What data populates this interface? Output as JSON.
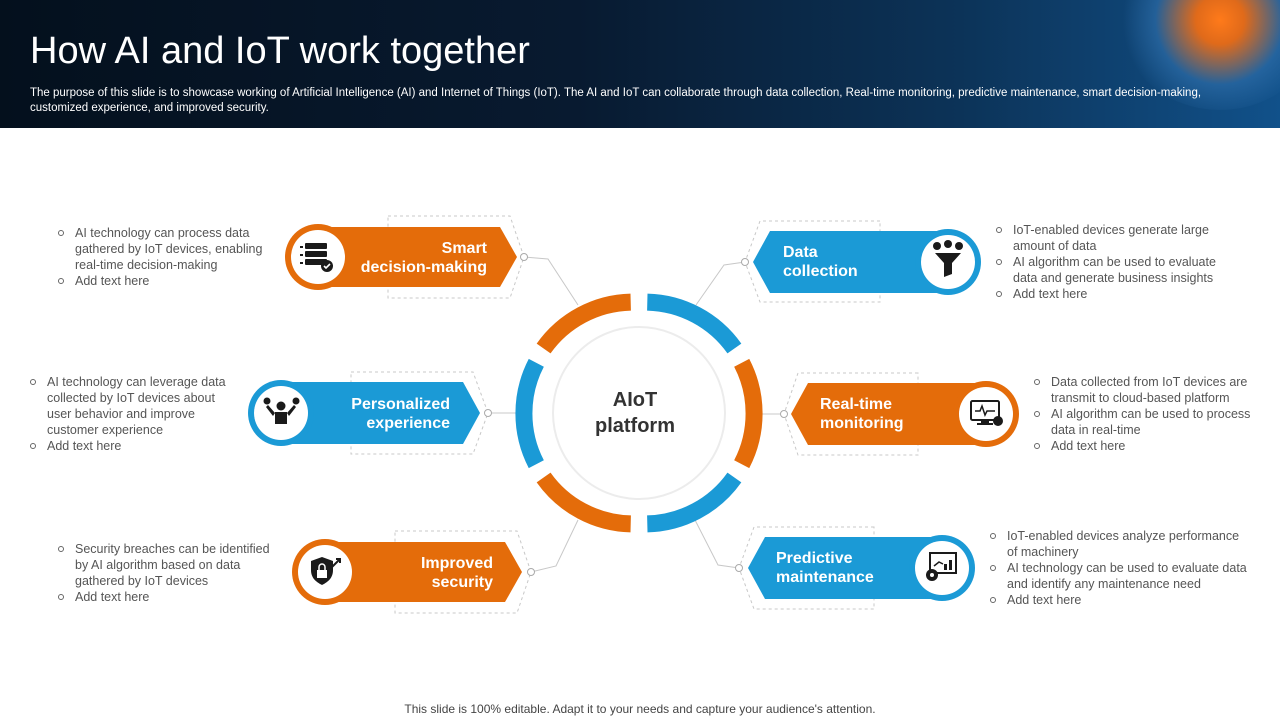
{
  "slide": {
    "title": "How AI and IoT work together",
    "subtitle": "The purpose of this slide is to showcase working of Artificial Intelligence (AI) and Internet of Things (IoT). The AI and IoT can collaborate through data collection, Real-time monitoring, predictive maintenance, smart decision-making, customized experience, and improved security.",
    "footer": "This slide is 100% editable. Adapt it to your needs and capture your audience's attention."
  },
  "colors": {
    "orange": "#e46c0a",
    "blue": "#1b9ad6",
    "header_dark": "#04101d"
  },
  "center": {
    "line1": "AIoT",
    "line2": "platform"
  },
  "nodes": {
    "smart_decision": {
      "line1": "Smart",
      "line2": "decision-making",
      "icon": "server-check-icon",
      "bullets": [
        "AI technology can process data gathered by IoT devices, enabling real-time decision-making",
        "Add text here"
      ]
    },
    "personalized": {
      "line1": "Personalized",
      "line2": "experience",
      "icon": "person-gears-icon",
      "bullets": [
        "AI technology can leverage data collected by IoT devices about user behavior and improve customer experience",
        "Add text here"
      ]
    },
    "security": {
      "line1": "Improved",
      "line2": "security",
      "icon": "shield-lock-icon",
      "bullets": [
        "Security breaches can be identified by AI algorithm based on data gathered by IoT devices",
        "Add text here"
      ]
    },
    "data_collection": {
      "line1": "Data",
      "line2": "collection",
      "icon": "data-funnel-icon",
      "bullets": [
        "IoT-enabled devices generate large amount of data",
        "AI algorithm can be used to evaluate data and generate business insights",
        "Add text here"
      ]
    },
    "monitoring": {
      "line1": "Real-time",
      "line2": "monitoring",
      "icon": "monitor-pulse-icon",
      "bullets": [
        "Data collected from IoT devices are transmit to cloud-based platform",
        "AI algorithm can be used to process data in real-time",
        "Add text here"
      ]
    },
    "maintenance": {
      "line1": "Predictive",
      "line2": "maintenance",
      "icon": "chart-gear-icon",
      "bullets": [
        "IoT-enabled devices analyze performance of machinery",
        "AI technology can be used to evaluate data and identify any maintenance need",
        "Add text here"
      ]
    }
  }
}
